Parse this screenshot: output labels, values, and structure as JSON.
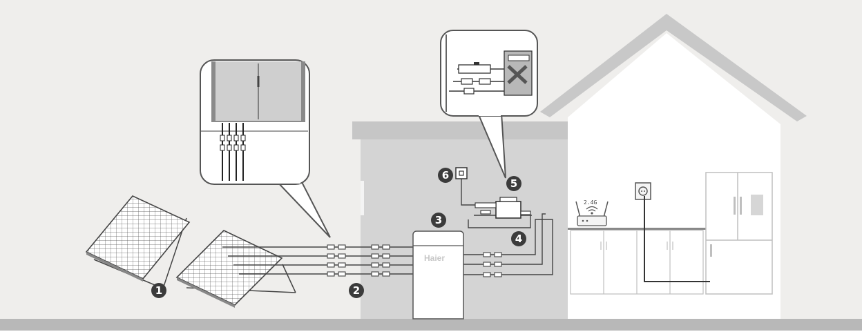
{
  "badges": {
    "b1": "1",
    "b2": "2",
    "b3": "3",
    "b4": "4",
    "b5": "5",
    "b6": "6"
  },
  "battery": {
    "brand": "Haier"
  },
  "router": {
    "label": "2.4G"
  },
  "colors": {
    "background": "#efeeec",
    "garage": "#d4d4d4",
    "garage_roof": "#c6c6c6",
    "house_wall": "#ffffff",
    "roof": "#c8c8c8",
    "ground": "#b8b8b8",
    "badge": "#3b3b3b",
    "line": "#444444"
  },
  "icons": [
    "solar-panel-icon",
    "connector-icon",
    "battery-icon",
    "inverter-icon",
    "socket-icon",
    "wifi-router-icon",
    "fridge-icon",
    "kitchen-cabinet-icon"
  ]
}
